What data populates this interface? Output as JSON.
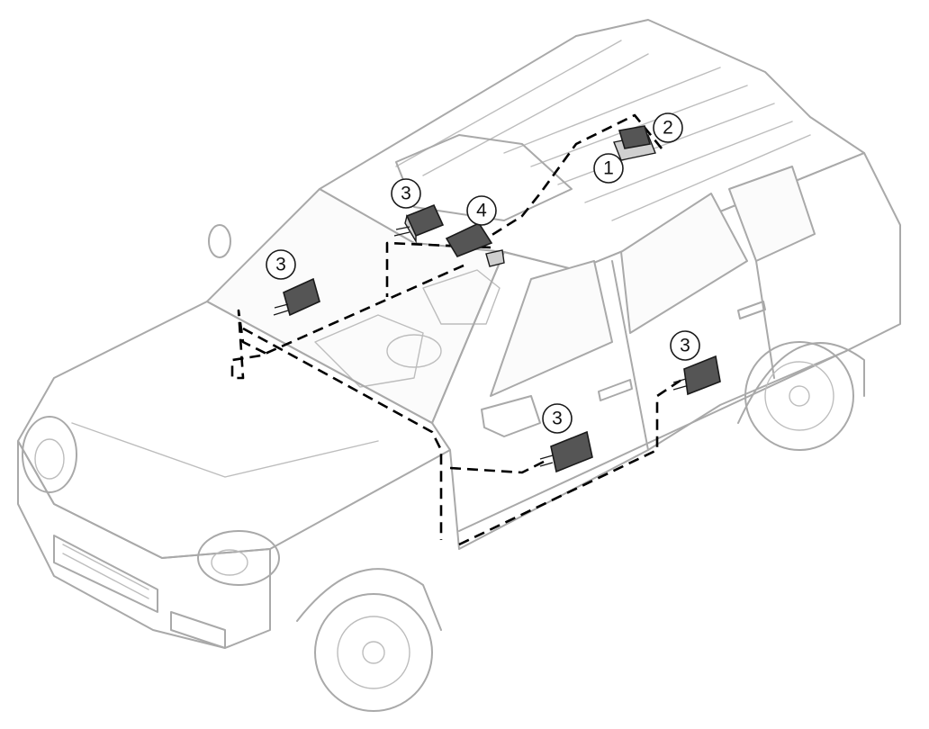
{
  "callouts": [
    {
      "id": "c1",
      "label": "1"
    },
    {
      "id": "c2",
      "label": "2"
    },
    {
      "id": "c3a",
      "label": "3"
    },
    {
      "id": "c3b",
      "label": "3"
    },
    {
      "id": "c3c",
      "label": "3"
    },
    {
      "id": "c3d",
      "label": "3"
    },
    {
      "id": "c4",
      "label": "4"
    }
  ],
  "colors": {
    "outline": "#a9a9a9",
    "wire": "#000000",
    "module": "#555555"
  }
}
